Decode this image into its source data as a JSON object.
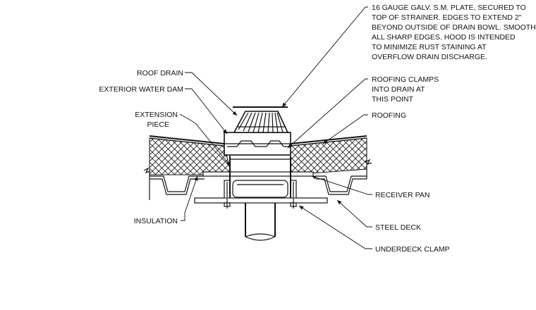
{
  "callouts": {
    "plate_note": [
      "16 GAUGE GALV. S.M. PLATE, SECURED TO",
      "TOP OF STRAINER.  EDGES TO EXTEND 2\"",
      "BEYOND OUTSIDE OF DRAIN BOWL.  SMOOTH",
      "ALL SHARP EDGES.  HOOD IS INTENDED",
      "TO MINIMIZE RUST STAINING AT",
      "OVERFLOW DRAIN DISCHARGE."
    ],
    "roof_drain": "ROOF DRAIN",
    "exterior_water_dam": "EXTERIOR WATER DAM",
    "extension_piece": [
      "EXTENSION",
      "PIECE"
    ],
    "roofing_clamps": [
      "ROOFING CLAMPS",
      "INTO DRAIN AT",
      "THIS POINT"
    ],
    "roofing": "ROOFING",
    "receiver_pan": "RECEIVER PAN",
    "insulation": "INSULATION",
    "steel_deck": "STEEL DECK",
    "underdeck_clamp": "UNDERDECK CLAMP"
  },
  "colors": {
    "line": "#111111",
    "background": "#ffffff"
  }
}
